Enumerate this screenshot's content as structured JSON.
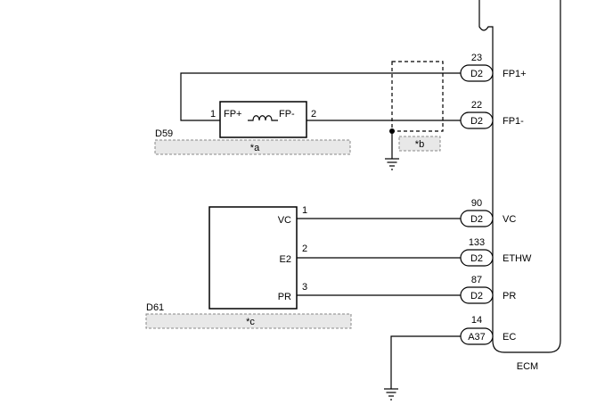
{
  "ecm": {
    "label": "ECM",
    "pins": [
      {
        "connector": "D2",
        "pin": "23",
        "signal": "FP1+"
      },
      {
        "connector": "D2",
        "pin": "22",
        "signal": "FP1-"
      },
      {
        "connector": "D2",
        "pin": "90",
        "signal": "VC"
      },
      {
        "connector": "D2",
        "pin": "133",
        "signal": "ETHW"
      },
      {
        "connector": "D2",
        "pin": "87",
        "signal": "PR"
      },
      {
        "connector": "A37",
        "pin": "14",
        "signal": "EC"
      }
    ]
  },
  "pump_component": {
    "ref": "D59",
    "pin1": "1",
    "pin2": "2",
    "term_plus": "FP+",
    "term_minus": "FP-",
    "note": "*a"
  },
  "shield": {
    "note": "*b"
  },
  "sensor_component": {
    "ref": "D61",
    "terminals": [
      {
        "pin": "1",
        "name": "VC"
      },
      {
        "pin": "2",
        "name": "E2"
      },
      {
        "pin": "3",
        "name": "PR"
      }
    ],
    "note": "*c"
  },
  "colors": {
    "line": "#000000",
    "tag_fill": "#e8e8e8",
    "tag_border": "#888888"
  }
}
